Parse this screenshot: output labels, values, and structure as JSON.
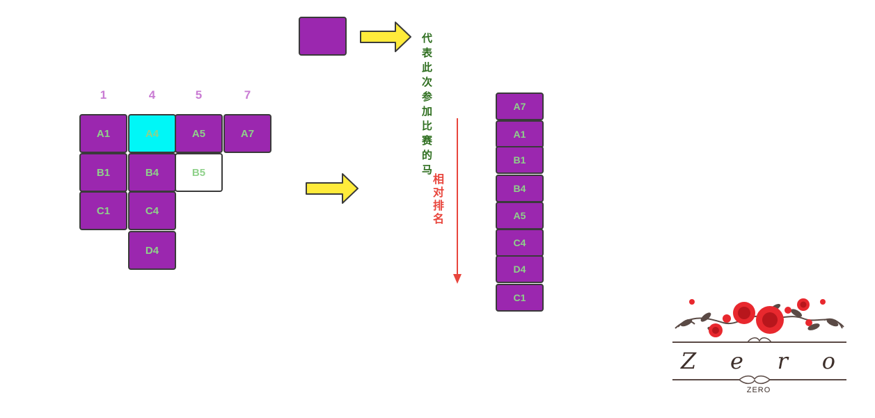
{
  "legend": {
    "text": "代表此次参加比赛的马"
  },
  "columns": [
    "1",
    "4",
    "5",
    "7"
  ],
  "grid": {
    "rows": [
      [
        {
          "label": "A1",
          "style": "purple"
        },
        {
          "label": "A4",
          "style": "cyan"
        },
        {
          "label": "A5",
          "style": "purple"
        },
        {
          "label": "A7",
          "style": "purple"
        }
      ],
      [
        {
          "label": "B1",
          "style": "purple"
        },
        {
          "label": "B4",
          "style": "purple"
        },
        {
          "label": "B5",
          "style": "white"
        }
      ],
      [
        {
          "label": "C1",
          "style": "purple"
        },
        {
          "label": "C4",
          "style": "purple"
        }
      ],
      [
        null,
        {
          "label": "D4",
          "style": "purple"
        }
      ]
    ]
  },
  "ranking": {
    "label": "相对排名",
    "items": [
      "A7",
      "A1",
      "B1",
      "B4",
      "A5",
      "C4",
      "D4",
      "C1"
    ]
  },
  "logo": {
    "title_letters": [
      "Z",
      "e",
      "r",
      "o"
    ],
    "subtitle": "ZERO"
  },
  "colors": {
    "purple": "#9b27af",
    "cyan": "#00f7f7",
    "arrow_yellow": "#ffeb3b",
    "rank_red": "#e8453c"
  }
}
